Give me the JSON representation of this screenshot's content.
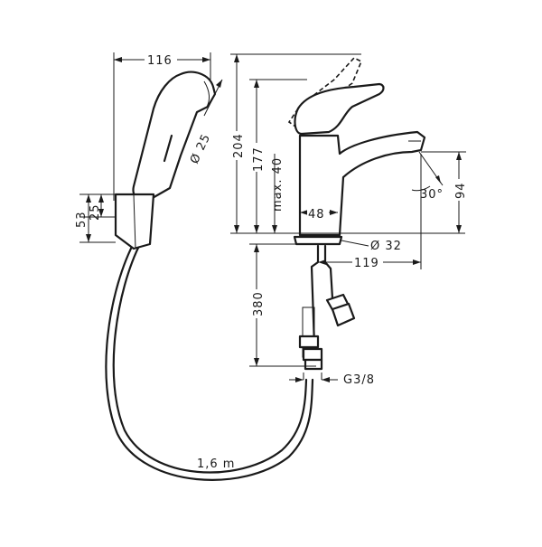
{
  "dimensions": {
    "handshower_width": "116",
    "handshower_diameter": "Ø 25",
    "holder_height": "53",
    "holder_offset": "25",
    "total_height": "204",
    "spout_height": "177",
    "max_deck": "max. 40",
    "body_width": "48",
    "spout_angle": "30°",
    "spout_drop": "94",
    "base_diameter": "Ø 32",
    "projection": "119",
    "hose_length_supply": "380",
    "connection": "G3/8",
    "hose_length": "1,6 m"
  },
  "colors": {
    "line": "#1a1a1a",
    "background": "#ffffff"
  }
}
